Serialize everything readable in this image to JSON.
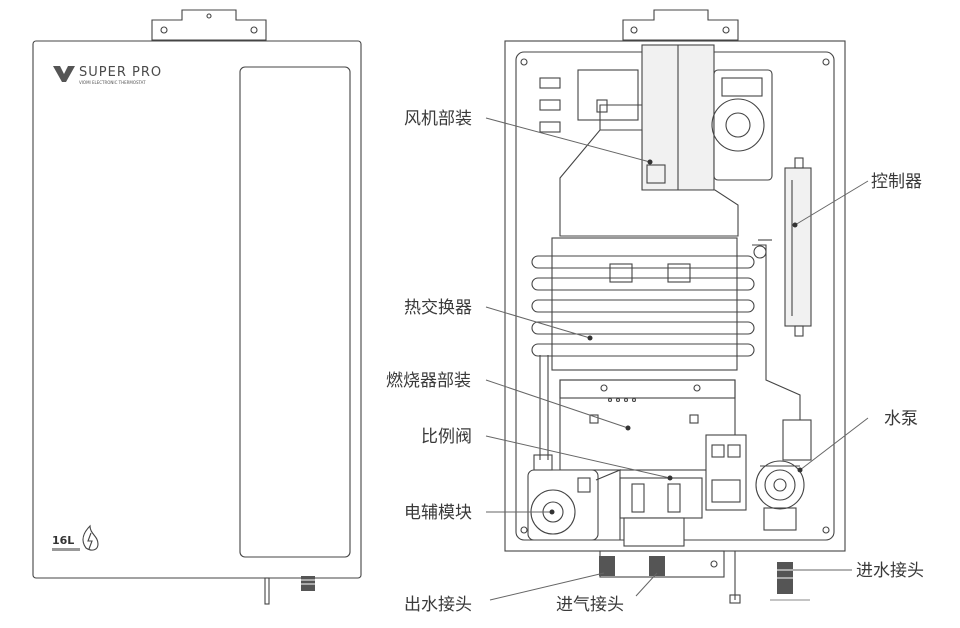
{
  "front_panel": {
    "brand": "SUPER PRO",
    "subtitle": "VIOMI ELECTRONIC THERMOSTAT",
    "capacity_badge": "16L"
  },
  "labels": {
    "fan": "风机部装",
    "heat_exchanger": "热交换器",
    "burner": "燃烧器部装",
    "proportional_valve": "比例阀",
    "electric_module": "电辅模块",
    "controller": "控制器",
    "water_pump": "水泵",
    "water_inlet": "进水接头",
    "water_outlet": "出水接头",
    "gas_inlet": "进气接头"
  },
  "colors": {
    "line": "#444444",
    "label": "#3a3a3a",
    "background": "#ffffff"
  }
}
